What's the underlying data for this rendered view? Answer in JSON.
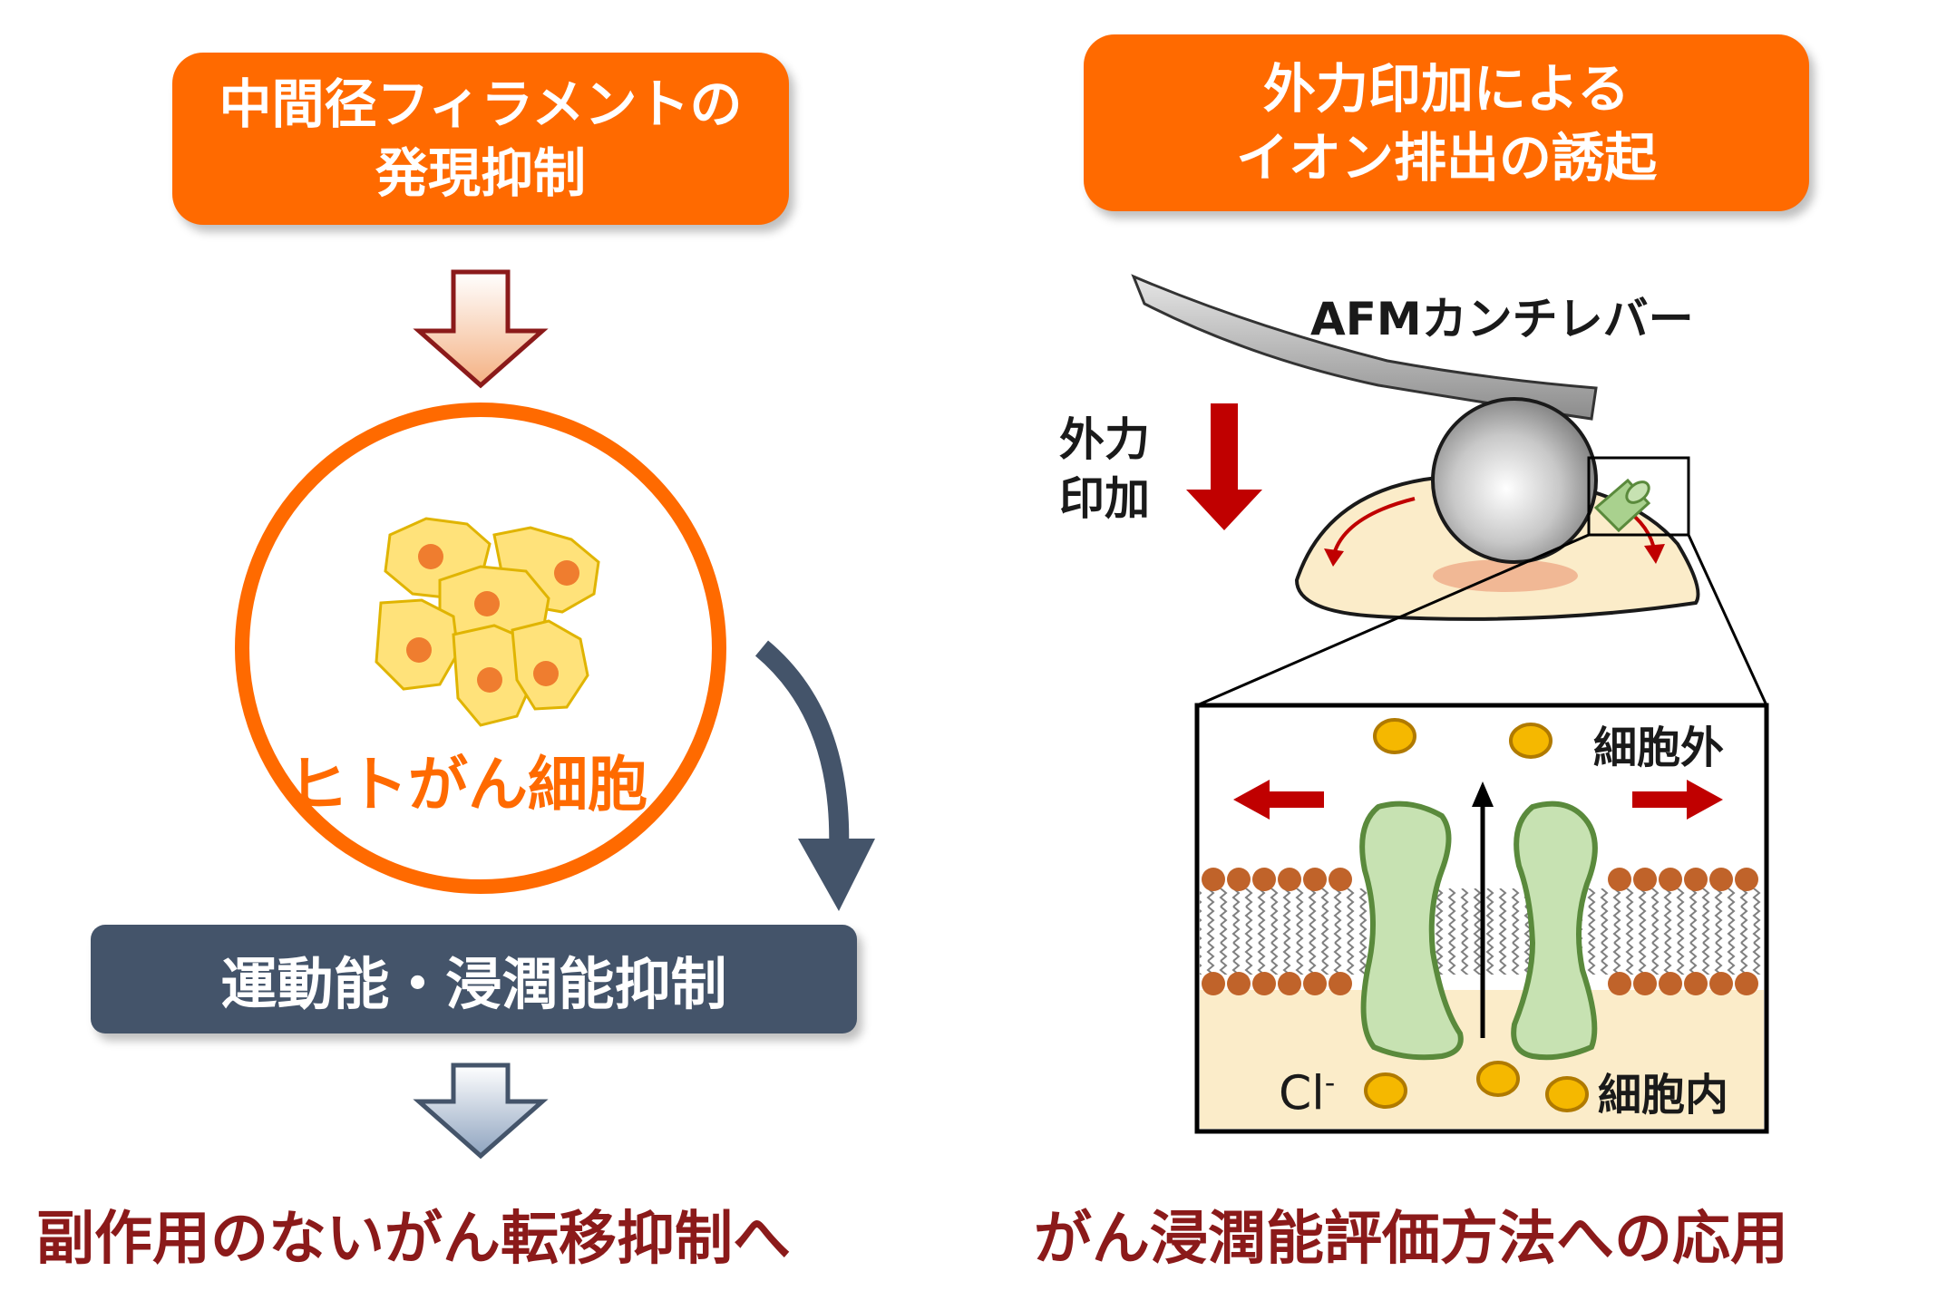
{
  "left": {
    "top_box_line1": "中間径フィラメントの",
    "top_box_line2": "発現抑制",
    "cell_label": "ヒトがん細胞",
    "middle_box": "運動能・浸潤能抑制",
    "bottom_text": "副作用のないがん転移抑制へ"
  },
  "right": {
    "top_box_line1": "外力印加による",
    "top_box_line2": "イオン排出の誘起",
    "cantilever_label": "AFMカンチレバー",
    "force_label_line1": "外力",
    "force_label_line2": "印加",
    "outside_label": "細胞外",
    "inside_label": "細胞内",
    "ion_label": "Cl",
    "ion_charge": "-",
    "bottom_text": "がん浸潤能評価方法への応用"
  },
  "colors": {
    "orange": "#ff6a00",
    "slate": "#44546a",
    "dark_red": "#8b1a1a",
    "arrow_red": "#c00000",
    "channel_green": "#c7e2b2",
    "channel_outline": "#5a8a3c",
    "ion_yellow": "#f5b800",
    "lipid_head": "#c0632a",
    "cytoplasm": "#fbecc9"
  }
}
